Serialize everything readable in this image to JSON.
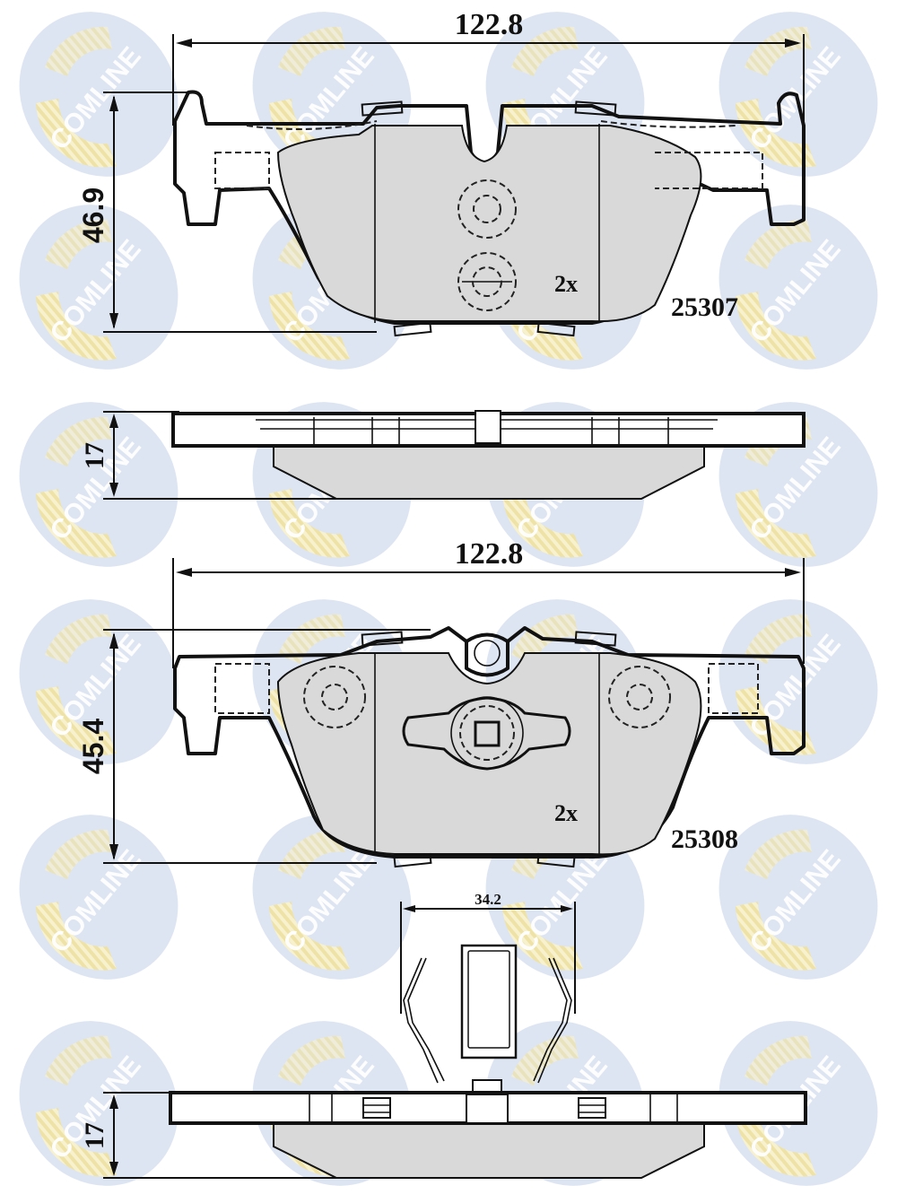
{
  "watermark": {
    "brand": "COMLINE",
    "colors": {
      "circle": "#c9d3e8",
      "accent": "#f3e7a5"
    }
  },
  "drawing_1": {
    "part_number": "25307",
    "quantity": "2x",
    "width_dim": "122.8",
    "height_dim": "46.9",
    "thickness_dim": "17"
  },
  "drawing_2": {
    "part_number": "25308",
    "quantity": "2x",
    "width_dim": "122.8",
    "height_dim": "45.4",
    "thickness_dim": "17",
    "sensor_width_dim": "34.2"
  },
  "colors": {
    "line": "#111111",
    "pad_fill": "#d9d9d9",
    "background": "#ffffff"
  }
}
